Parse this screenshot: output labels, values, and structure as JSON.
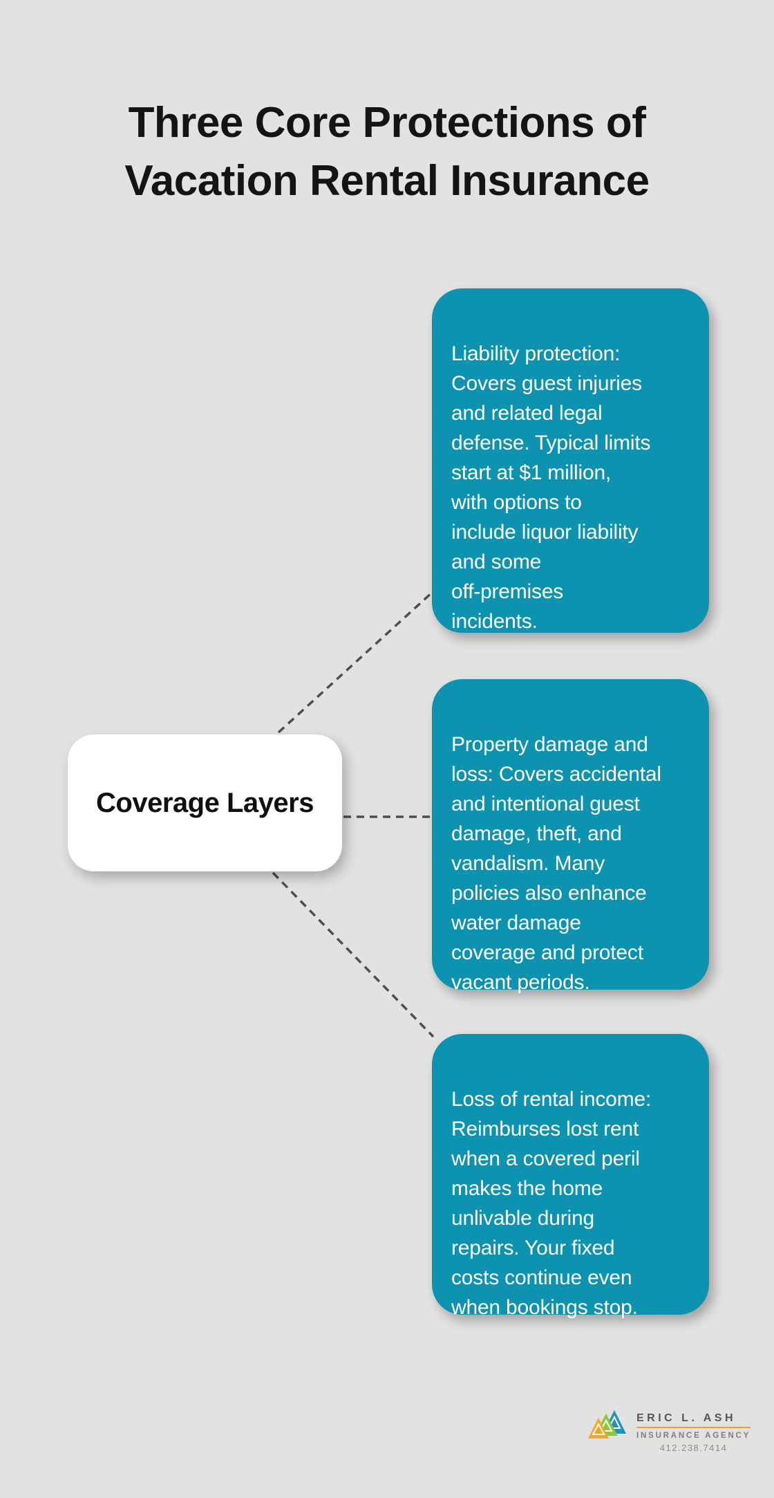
{
  "title": "Three Core Protections of\nVacation Rental Insurance",
  "center_node": {
    "label": "Coverage Layers"
  },
  "nodes": [
    {
      "id": "liability-protection",
      "text": "Liability protection:\nCovers guest injuries\nand related legal\ndefense. Typical limits\nstart at $1 million,\nwith options to\ninclude liquor liability\nand some\noff-premises\nincidents."
    },
    {
      "id": "property-damage-and-loss",
      "text": "Property damage and\nloss: Covers accidental\nand intentional guest\ndamage, theft, and\nvandalism. Many\npolicies also enhance\nwater damage\ncoverage and protect\nvacant periods."
    },
    {
      "id": "loss-of-rental-income",
      "text": "Loss of rental income:\nReimburses lost rent\nwhen a covered peril\nmakes the home\nunlivable during\nrepairs. Your fixed\ncosts continue even\nwhen bookings stop."
    }
  ],
  "footer_logo": {
    "name": "ERIC L. ASH",
    "subtitle": "INSURANCE AGENCY",
    "phone": "412.238.7414",
    "icon": "mountains-logo-icon"
  },
  "colors": {
    "background": "#e1e2e1",
    "node_fill": "#0d92b0",
    "node_text": "#ffffff",
    "center_node_fill": "#ffffff",
    "title_text": "#141414",
    "connector": "#4e4e4e",
    "logo_orange": "#f5a623",
    "logo_green": "#8cc63e",
    "logo_blue": "#2191be",
    "logo_gold_rule": "#dfa43c",
    "logo_name_gray": "#55565a",
    "logo_subtitle_gray": "#7c7e82",
    "logo_phone_gray": "#8a8c8f"
  }
}
